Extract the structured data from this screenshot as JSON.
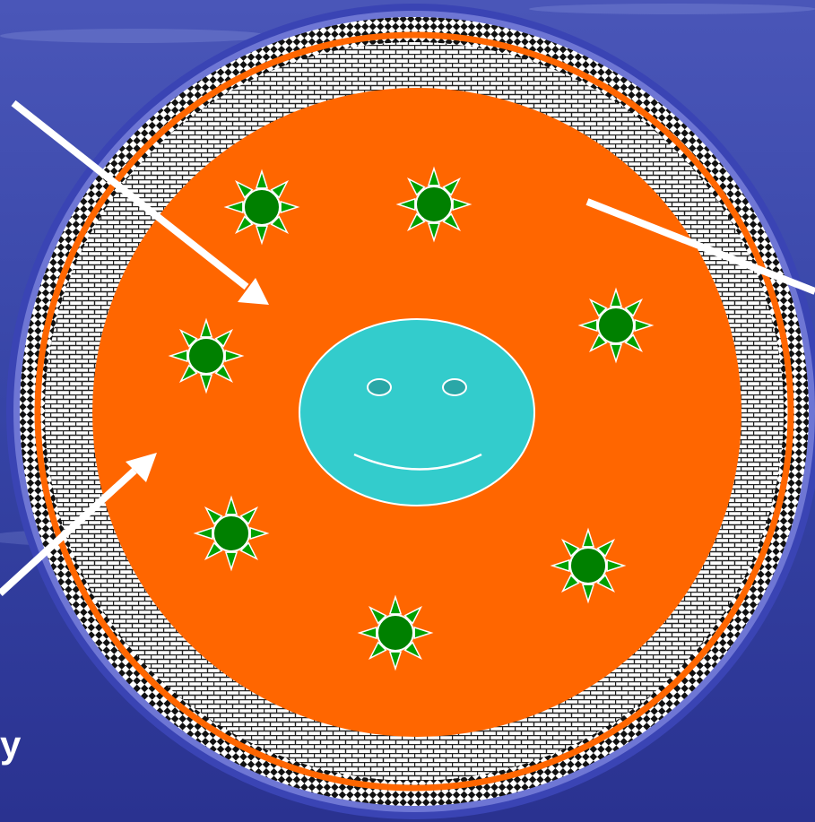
{
  "slide": {
    "partial_text": "y",
    "background_color": "#2e3a98"
  },
  "cell": {
    "colors": {
      "outer_blue": "#3a44b4",
      "inner_blue": "#5a62d0",
      "orange": "#ff6600",
      "pattern_light": "#ffffff",
      "pattern_dark": "#1a1a1a",
      "nucleus": "#33cccc",
      "nucleus_outline": "#ffffff",
      "organelle": "#008000",
      "spike": "#00a000",
      "arrow": "#ffffff"
    },
    "nucleus": {
      "shape": "smiling-face"
    },
    "organelles": {
      "count": 7,
      "shape": "sun-star"
    },
    "arrows": {
      "count": 3
    }
  }
}
